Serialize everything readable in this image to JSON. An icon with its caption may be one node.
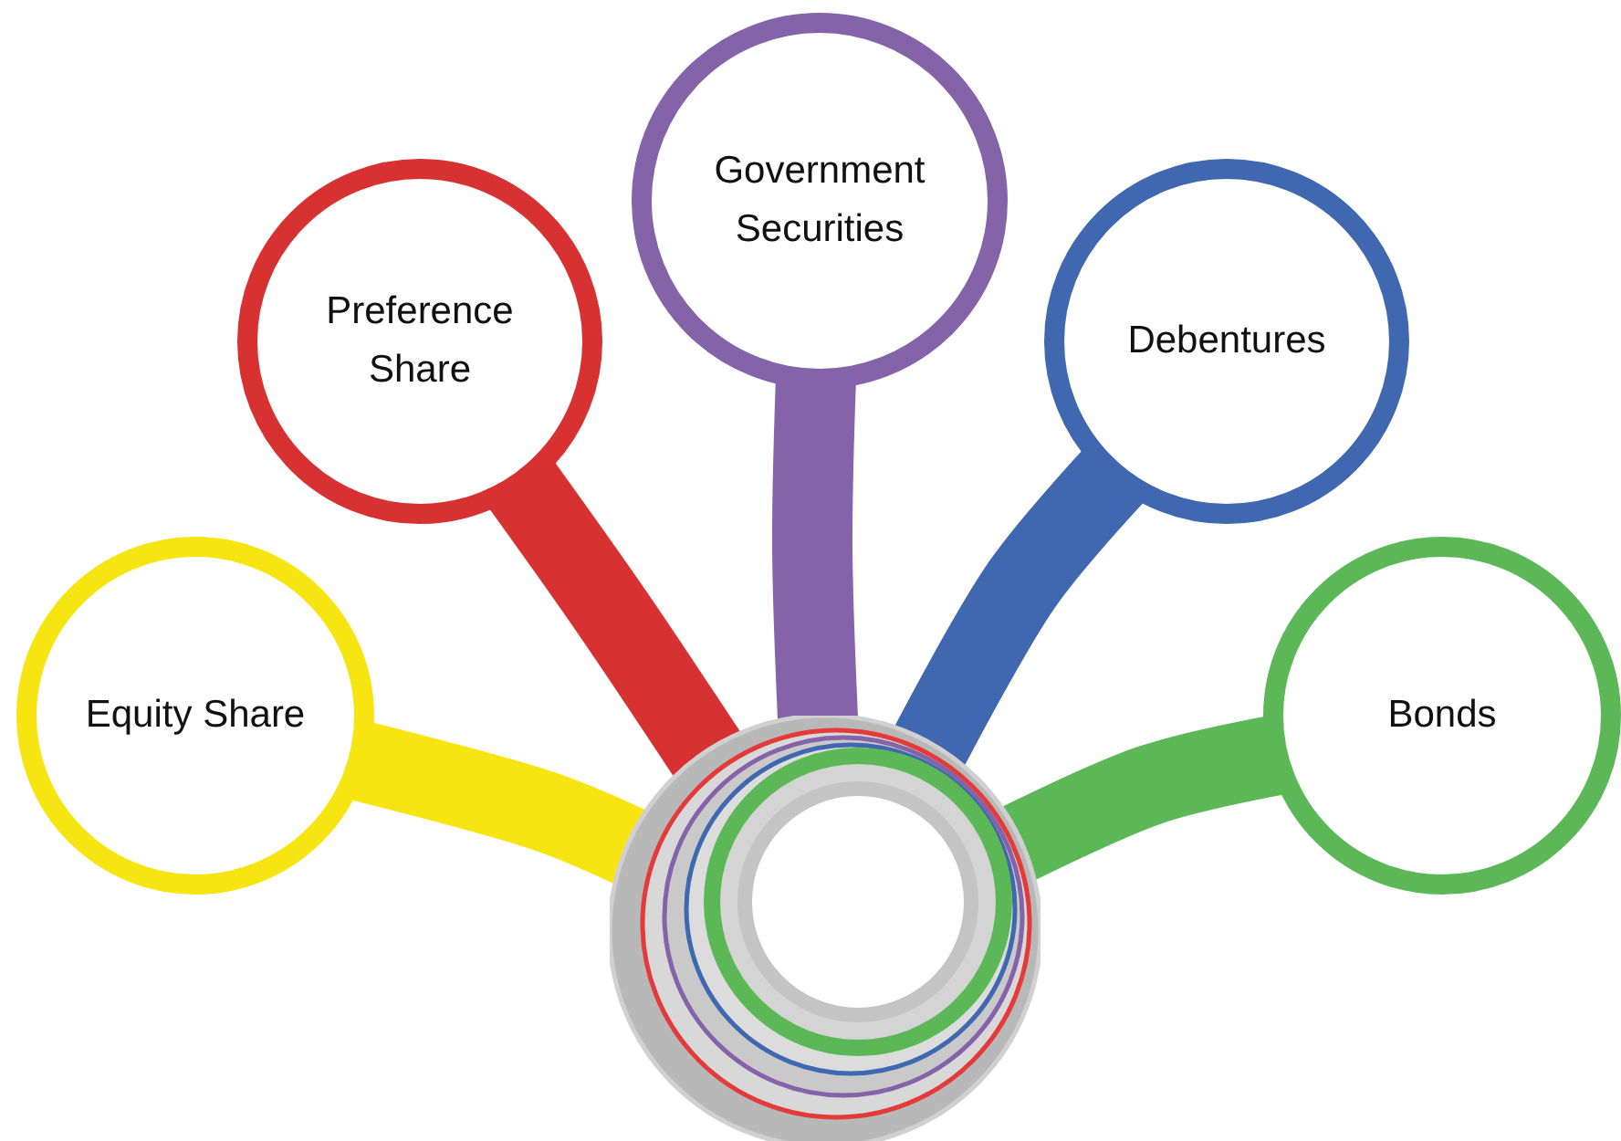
{
  "diagram": {
    "nodes": [
      {
        "text": [],
        "shape": "circle"
      },
      {
        "text": [
          "Equity Share"
        ]
      },
      {
        "text": [
          "Preference Share"
        ]
      },
      {
        "text": [
          "Government Securities"
        ]
      },
      {
        "text": [
          "Debentures"
        ]
      },
      {
        "text": [
          "Bonds"
        ]
      }
    ],
    "edges": [
      {
        "from": 0,
        "to": 1,
        "arrow": "none",
        "color": "#f7e512"
      },
      {
        "from": 0,
        "to": 2,
        "arrow": "none",
        "color": "#d83131"
      },
      {
        "from": 0,
        "to": 3,
        "arrow": "none",
        "color": "#8463a8"
      },
      {
        "from": 0,
        "to": 4,
        "arrow": "none",
        "color": "#3f68b0"
      },
      {
        "from": 0,
        "to": 5,
        "arrow": "none",
        "color": "#5cb857"
      }
    ]
  }
}
